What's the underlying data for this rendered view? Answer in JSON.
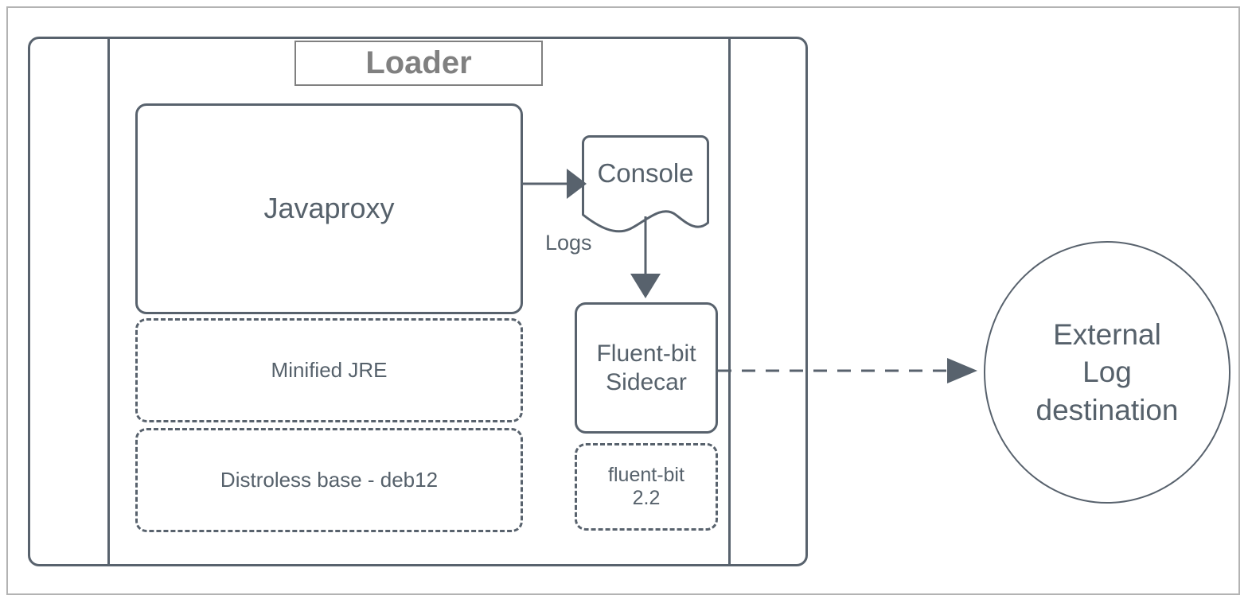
{
  "diagram": {
    "title_chip": "Loader",
    "accent_border": "#58626d",
    "text_color": "#56616b",
    "title_color": "#808080",
    "frame_color": "#b3b3b3",
    "background": "#ffffff"
  },
  "nodes": {
    "javaproxy": {
      "label": "Javaproxy",
      "style": "solid"
    },
    "minified_jre": {
      "label": "Minified JRE",
      "style": "dashed"
    },
    "distroless_base": {
      "label": "Distroless base - deb12",
      "style": "dashed"
    },
    "console": {
      "label": "Console",
      "style": "document"
    },
    "fluentbit_sidecar": {
      "label": "Fluent-bit\nSidecar",
      "line1": "Fluent-bit",
      "line2": "Sidecar",
      "style": "solid"
    },
    "fluentbit_version": {
      "label": "fluent-bit\n2.2",
      "line1": "fluent-bit",
      "line2": "2.2",
      "style": "dashed"
    },
    "external_destination": {
      "line1": "External",
      "line2": "Log",
      "line3": "destination",
      "style": "circle"
    }
  },
  "edges": [
    {
      "id": "javaproxy-to-console",
      "from": "javaproxy",
      "to": "console",
      "label": "",
      "style": "solid",
      "arrow": "filled-triangle"
    },
    {
      "id": "console-to-fluentbit",
      "from": "console",
      "to": "fluentbit_sidecar",
      "label": "Logs",
      "style": "solid",
      "arrow": "filled-triangle"
    },
    {
      "id": "fluentbit-to-external",
      "from": "fluentbit_sidecar",
      "to": "external_destination",
      "label": "",
      "style": "dashed",
      "arrow": "filled-triangle"
    }
  ],
  "edge_labels": {
    "logs": "Logs"
  }
}
